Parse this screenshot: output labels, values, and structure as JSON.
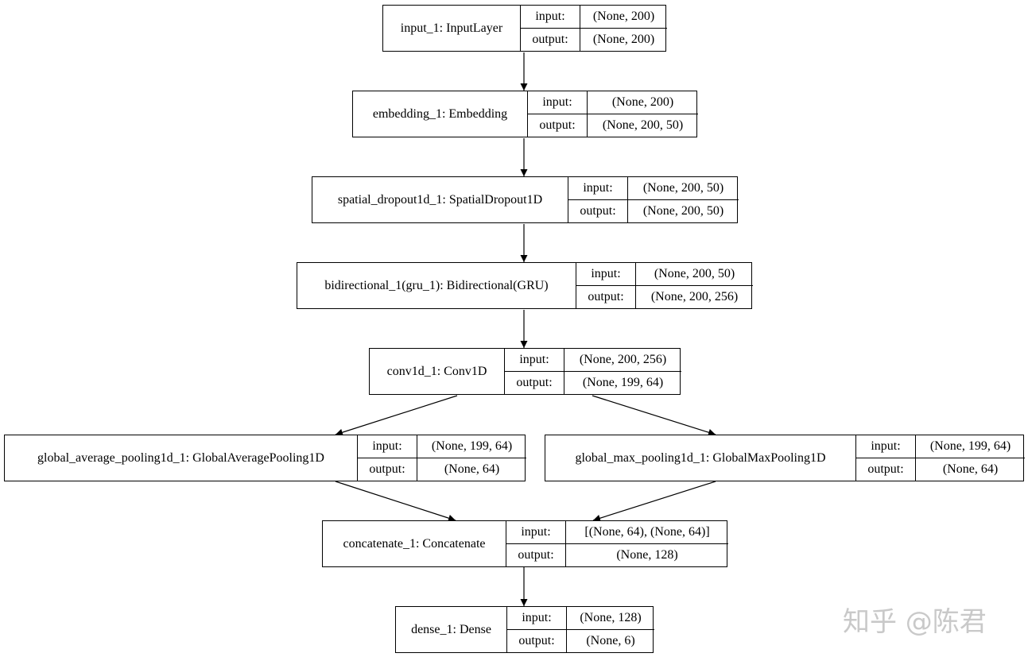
{
  "labels": {
    "input": "input:",
    "output": "output:"
  },
  "nodes": [
    {
      "id": "input_1",
      "name": "input_1: InputLayer",
      "input": "(None, 200)",
      "output": "(None, 200)"
    },
    {
      "id": "embedding_1",
      "name": "embedding_1: Embedding",
      "input": "(None, 200)",
      "output": "(None, 200, 50)"
    },
    {
      "id": "spatial_dropout1d_1",
      "name": "spatial_dropout1d_1: SpatialDropout1D",
      "input": "(None, 200, 50)",
      "output": "(None, 200, 50)"
    },
    {
      "id": "bidirectional_1",
      "name": "bidirectional_1(gru_1): Bidirectional(GRU)",
      "input": "(None, 200, 50)",
      "output": "(None, 200, 256)"
    },
    {
      "id": "conv1d_1",
      "name": "conv1d_1: Conv1D",
      "input": "(None, 200, 256)",
      "output": "(None, 199, 64)"
    },
    {
      "id": "global_average_pooling1d_1",
      "name": "global_average_pooling1d_1: GlobalAveragePooling1D",
      "input": "(None, 199, 64)",
      "output": "(None, 64)"
    },
    {
      "id": "global_max_pooling1d_1",
      "name": "global_max_pooling1d_1: GlobalMaxPooling1D",
      "input": "(None, 199, 64)",
      "output": "(None, 64)"
    },
    {
      "id": "concatenate_1",
      "name": "concatenate_1: Concatenate",
      "input": "[(None, 64), (None, 64)]",
      "output": "(None, 128)"
    },
    {
      "id": "dense_1",
      "name": "dense_1: Dense",
      "input": "(None, 128)",
      "output": "(None, 6)"
    }
  ],
  "edges": [
    {
      "from": "input_1",
      "to": "embedding_1"
    },
    {
      "from": "embedding_1",
      "to": "spatial_dropout1d_1"
    },
    {
      "from": "spatial_dropout1d_1",
      "to": "bidirectional_1"
    },
    {
      "from": "bidirectional_1",
      "to": "conv1d_1"
    },
    {
      "from": "conv1d_1",
      "to": "global_average_pooling1d_1"
    },
    {
      "from": "conv1d_1",
      "to": "global_max_pooling1d_1"
    },
    {
      "from": "global_average_pooling1d_1",
      "to": "concatenate_1"
    },
    {
      "from": "global_max_pooling1d_1",
      "to": "concatenate_1"
    },
    {
      "from": "concatenate_1",
      "to": "dense_1"
    }
  ],
  "watermark": "知乎 @陈君"
}
